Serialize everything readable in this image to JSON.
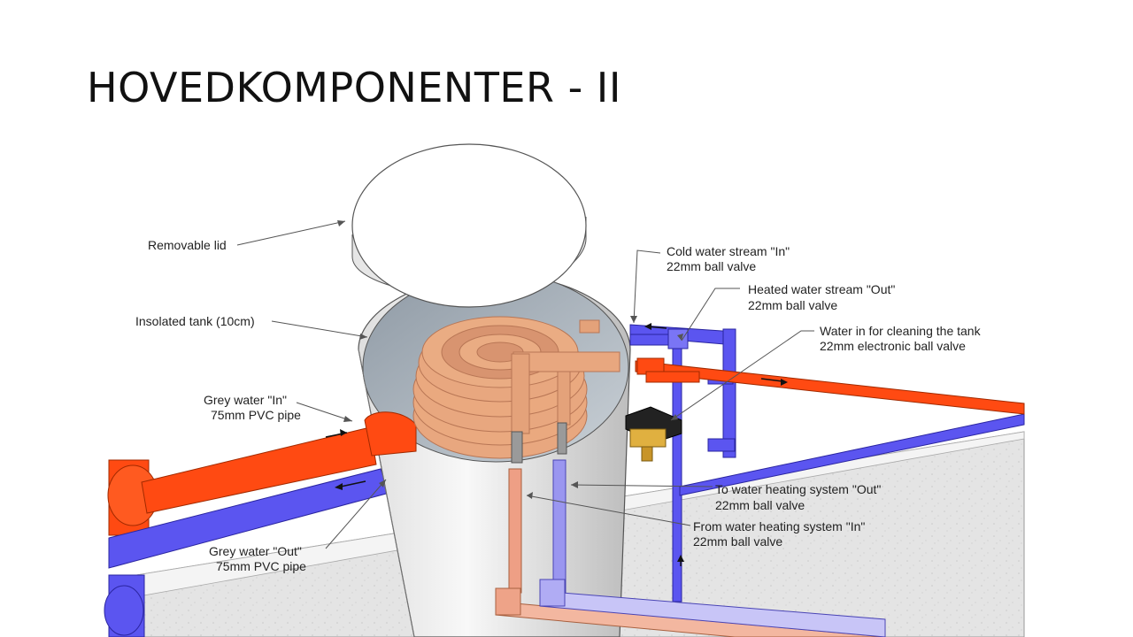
{
  "slide": {
    "title": "HOVEDKOMPONENTER - II"
  },
  "labels": {
    "removable_lid": "Removable lid",
    "insolated_tank": "Insolated tank (10cm)",
    "grey_in_1": "Grey water \"In\"",
    "grey_in_2": "75mm PVC pipe",
    "grey_out_1": "Grey water \"Out\"",
    "grey_out_2": "75mm PVC pipe",
    "cold_in_1": "Cold water stream \"In\"",
    "cold_in_2": "22mm ball valve",
    "heated_out_1": "Heated water stream \"Out\"",
    "heated_out_2": "22mm ball valve",
    "cleaning_1": "Water in for cleaning the tank",
    "cleaning_2": "22mm electronic ball valve",
    "to_heating_1": "To water heating system \"Out\"",
    "to_heating_2": "22mm ball valve",
    "from_heating_1": "From water heating system \"In\"",
    "from_heating_2": "22mm ball valve"
  },
  "colors": {
    "hot_pipe": "#ff4a12",
    "cold_pipe": "#5b55f0",
    "copper": "#e8a77f",
    "tank": "#f2f2f2",
    "floor": "#e3e3e3"
  }
}
